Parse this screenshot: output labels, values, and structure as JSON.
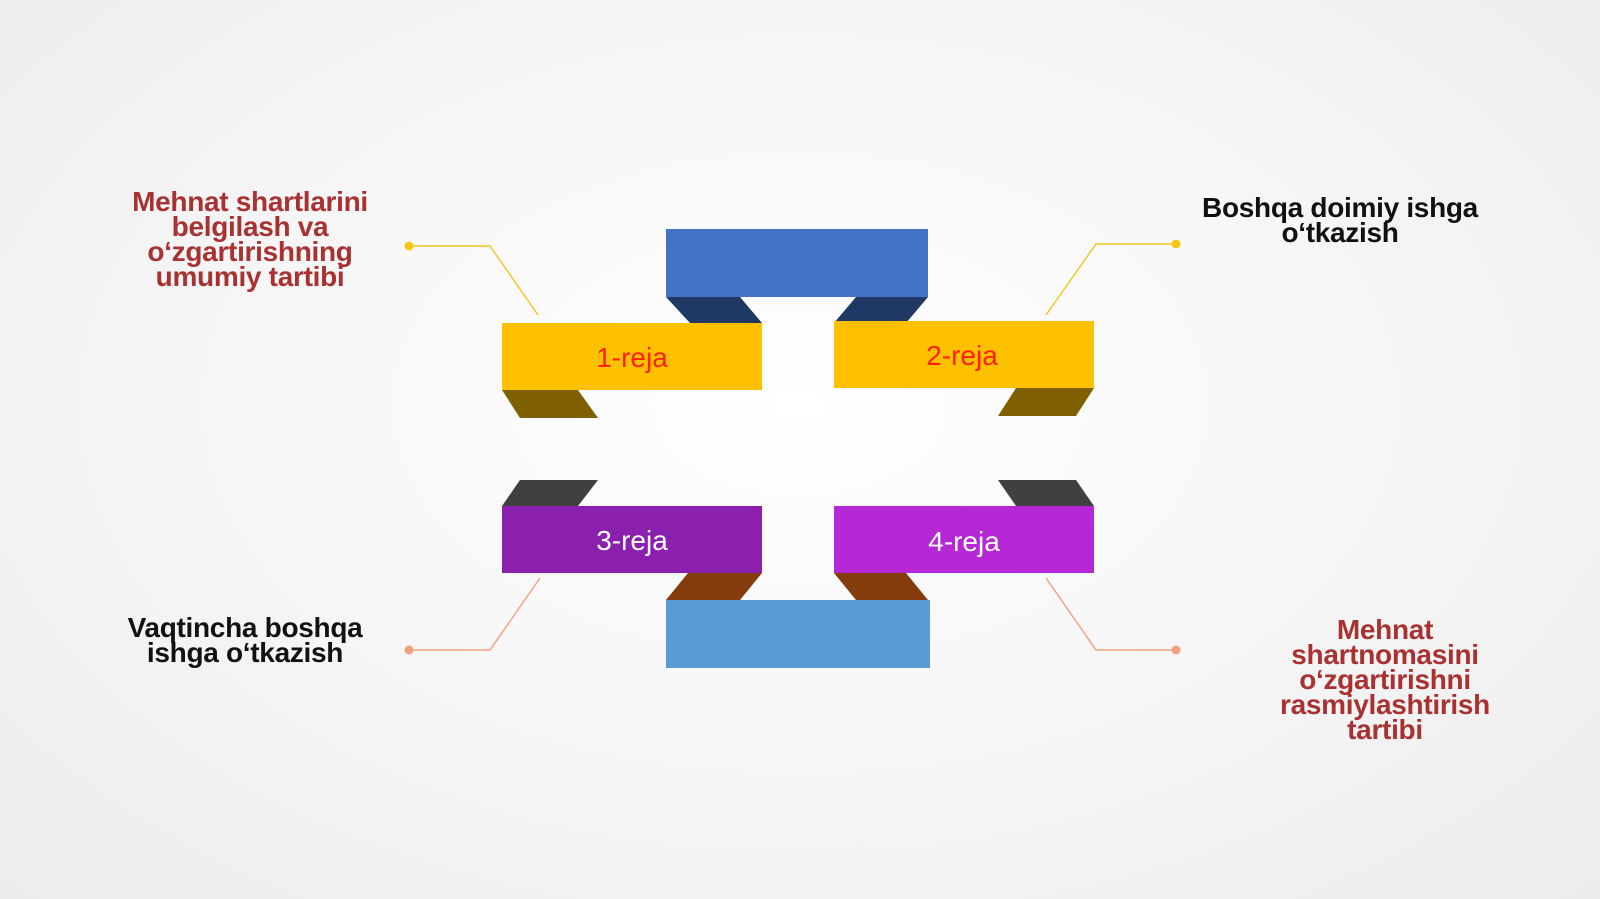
{
  "colors": {
    "blue_top": "#4472C4",
    "blue_top_dark": "#1F3864",
    "blue_bottom": "#5B9BD5",
    "yellow": "#FFC000",
    "yellow_dark": "#7F6000",
    "purple_left": "#8B1FAE",
    "purple_right": "#B628D6",
    "gray_dark": "#404040",
    "brown_dark": "#843C0C",
    "label_yellow": "#FF2200",
    "label_purple": "#FFFFFF",
    "caption_red": "#A83232",
    "caption_black": "#111111",
    "connector_yellow": "#F5C518",
    "connector_orange": "#F2A07B"
  },
  "plans": [
    {
      "label": "1-reja"
    },
    {
      "label": "2-reja"
    },
    {
      "label": "3-reja"
    },
    {
      "label": "4-reja"
    }
  ],
  "captions": [
    {
      "lines": [
        "Mehnat shartlarini",
        "belgilash va",
        "o‘zgartirishning",
        "umumiy tartibi"
      ],
      "color": "#A83232"
    },
    {
      "lines": [
        "Boshqa doimiy ishga",
        "o‘tkazish"
      ],
      "color": "#111111"
    },
    {
      "lines": [
        "Vaqtincha boshqa",
        "ishga o‘tkazish"
      ],
      "color": "#111111"
    },
    {
      "lines": [
        "Mehnat",
        "shartnomasini",
        "o‘zgartirishni",
        "rasmiylashtirish",
        "tartibi"
      ],
      "color": "#A83232"
    }
  ]
}
